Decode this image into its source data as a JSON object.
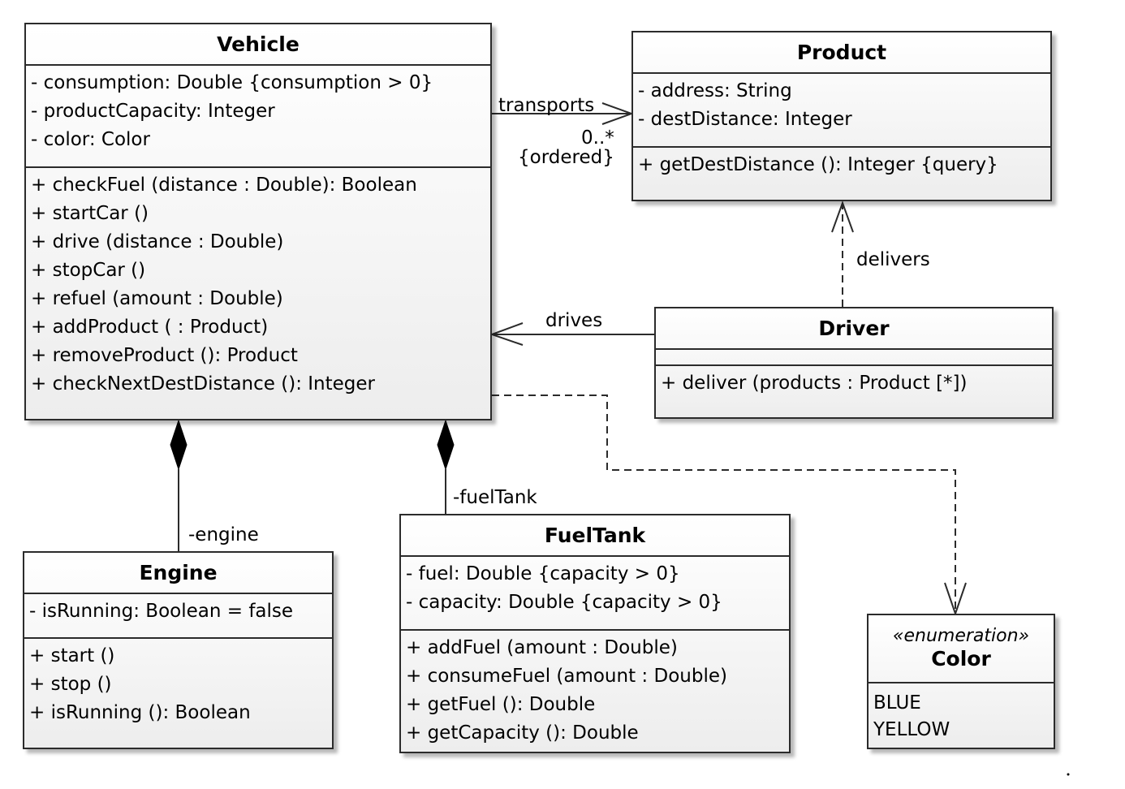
{
  "classes": {
    "vehicle": {
      "name": "Vehicle",
      "attributes": [
        "- consumption: Double {consumption > 0}",
        "- productCapacity: Integer",
        "- color: Color"
      ],
      "operations": [
        "+ checkFuel (distance : Double): Boolean",
        "+ startCar ()",
        "+ drive (distance : Double)",
        "+ stopCar ()",
        "+ refuel (amount : Double)",
        "+ addProduct ( : Product)",
        "+ removeProduct (): Product",
        "+ checkNextDestDistance (): Integer"
      ]
    },
    "product": {
      "name": "Product",
      "attributes": [
        "- address: String",
        "- destDistance: Integer"
      ],
      "operations": [
        "+ getDestDistance (): Integer {query}"
      ]
    },
    "driver": {
      "name": "Driver",
      "attributes": [],
      "operations": [
        "+ deliver (products : Product [*])"
      ]
    },
    "engine": {
      "name": "Engine",
      "attributes": [
        "- isRunning: Boolean = false"
      ],
      "operations": [
        "+ start ()",
        "+ stop ()",
        "+ isRunning (): Boolean"
      ]
    },
    "fueltank": {
      "name": "FuelTank",
      "attributes": [
        "- fuel: Double {capacity > 0}",
        "- capacity: Double {capacity > 0}"
      ],
      "operations": [
        "+ addFuel (amount : Double)",
        "+ consumeFuel (amount : Double)",
        "+ getFuel (): Double",
        "+ getCapacity (): Double"
      ]
    },
    "color": {
      "stereotype": "«enumeration»",
      "name": "Color",
      "literals": [
        "BLUE",
        "YELLOW"
      ]
    }
  },
  "edges": {
    "transports": {
      "label": "transports",
      "multiplicity": "0..*",
      "constraint": "{ordered}"
    },
    "delivers": {
      "label": "delivers"
    },
    "drives": {
      "label": "drives"
    },
    "engine_role": {
      "label": "-engine"
    },
    "fueltank_role": {
      "label": "-fuelTank"
    }
  },
  "stroke_color": "#2b2b2b"
}
